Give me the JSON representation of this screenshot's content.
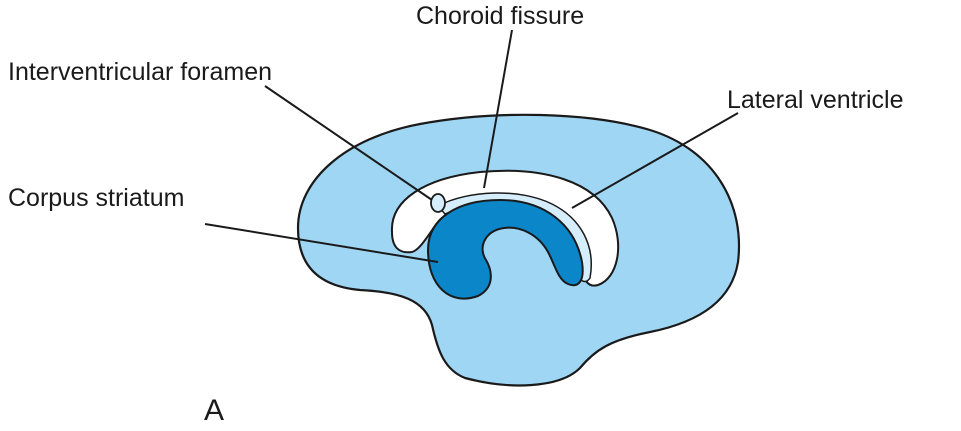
{
  "labels": {
    "choroid_fissure": "Choroid fissure",
    "interventricular_foramen": "Interventricular foramen",
    "lateral_ventricle": "Lateral ventricle",
    "corpus_striatum": "Corpus striatum",
    "panel_letter": "A"
  },
  "colors": {
    "hemisphere_fill": "#9fd6f4",
    "corpus_striatum_fill": "#0a86c9",
    "ventricle_fill": "#ffffff",
    "choroid_region_fill": "#d6eefb",
    "outline": "#1a1a1a"
  }
}
